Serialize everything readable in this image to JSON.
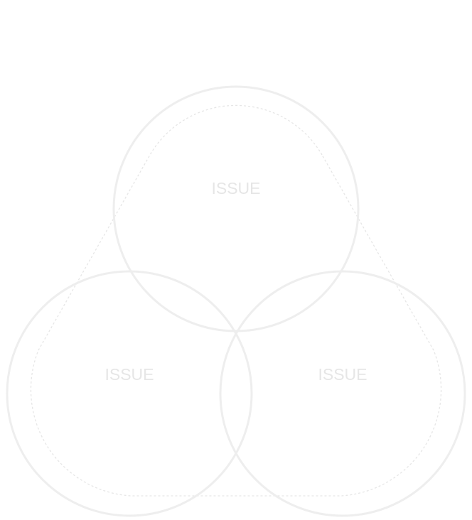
{
  "diagram": {
    "type": "three-circle-venn",
    "colors": {
      "circle_stroke": "#eeeeee",
      "dashed_outline": "#e6e6e6",
      "label_text": "#e6e6e6",
      "background": "#ffffff"
    },
    "circles": [
      {
        "label": "ISSUE"
      },
      {
        "label": "ISSUE"
      },
      {
        "label": "ISSUE"
      }
    ]
  }
}
